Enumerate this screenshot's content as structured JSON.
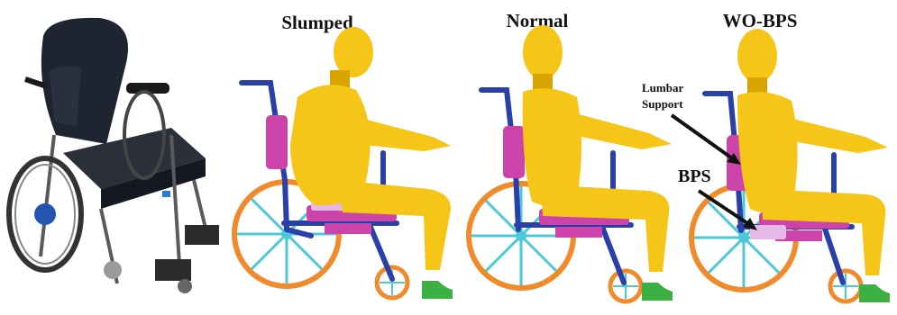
{
  "panels": [
    {
      "id": "photo",
      "caption": ""
    },
    {
      "id": "slumped",
      "caption": "Slumped"
    },
    {
      "id": "normal",
      "caption": "Normal"
    },
    {
      "id": "wobps",
      "caption": "WO-BPS"
    }
  ],
  "annotations": {
    "lumbar_line1": "Lumbar",
    "lumbar_line2": "Support",
    "bps": "BPS"
  },
  "colors": {
    "body": "#f5c518",
    "body_shade": "#d9a400",
    "frame": "#2b3fa8",
    "wheel_rim": "#f08a2a",
    "spokes": "#4cc8d8",
    "backrest": "#cc44aa",
    "seat_cushion": "#cc44aa",
    "bps_pad": "#e6b8e8",
    "shoe": "#3cb043"
  }
}
